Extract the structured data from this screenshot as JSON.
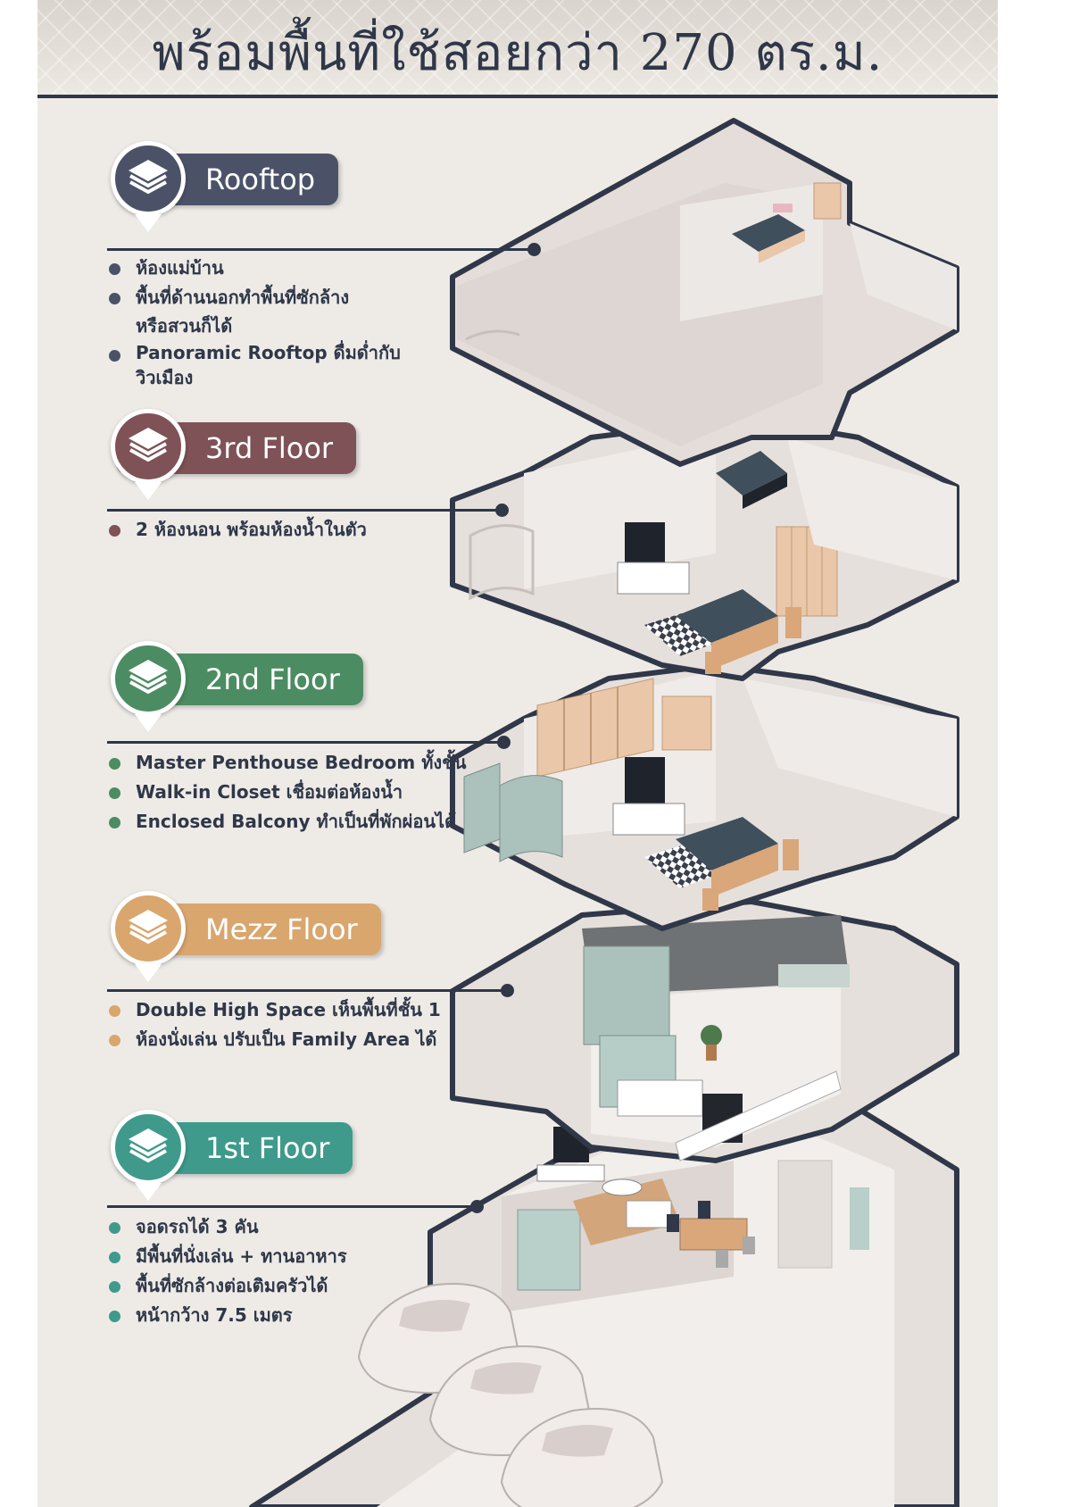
{
  "header": {
    "title": "พร้อมพื้นที่ใช้สอยกว่า 270 ตร.ม."
  },
  "colors": {
    "navy": "#2f3748",
    "rooftop": "#4b5268",
    "floor3": "#7e5257",
    "floor2": "#4c8c62",
    "mezz": "#d9a66e",
    "floor1": "#3f9a8c"
  },
  "floors": {
    "rooftop": {
      "label": "Rooftop",
      "icon": "layers-icon",
      "features": [
        "ห้องแม่บ้าน",
        "พื้นที่ด้านนอกทำพื้นที่ซักล้าง\nหรือสวนก็ได้",
        "Panoramic Rooftop ดื่มด่ำกับ\nวิวเมือง"
      ]
    },
    "third": {
      "label": "3rd Floor",
      "icon": "layers-icon",
      "features": [
        "2 ห้องนอน พร้อมห้องน้ำในตัว"
      ]
    },
    "second": {
      "label": "2nd Floor",
      "icon": "layers-icon",
      "features": [
        "Master Penthouse Bedroom ทั้งชั้น",
        "Walk-in Closet เชื่อมต่อห้องน้ำ",
        "Enclosed Balcony ทำเป็นที่พักผ่อนได้"
      ]
    },
    "mezz": {
      "label": "Mezz Floor",
      "icon": "layers-icon",
      "features": [
        "Double High Space เห็นพื้นที่ชั้น 1",
        "ห้องนั่งเล่น ปรับเป็น Family Area ได้"
      ]
    },
    "first": {
      "label": "1st Floor",
      "icon": "layers-icon",
      "features": [
        "จอดรถได้ 3 คัน",
        "มีพื้นที่นั่งเล่น + ทานอาหาร",
        "พื้นที่ซักล้างต่อเติมครัวได้",
        "หน้ากว้าง 7.5 เมตร"
      ]
    }
  }
}
